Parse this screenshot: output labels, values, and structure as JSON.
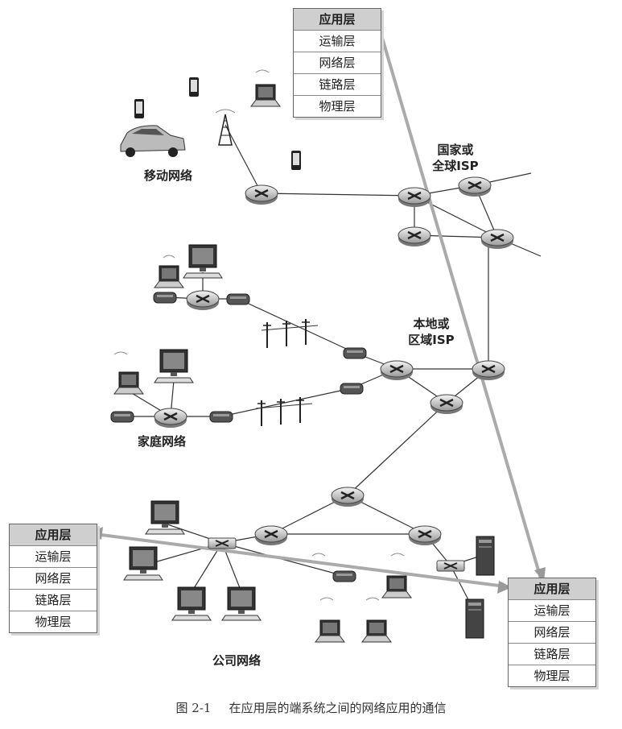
{
  "stacks": {
    "top": [
      "应用层",
      "运输层",
      "网络层",
      "链路层",
      "物理层"
    ],
    "left": [
      "应用层",
      "运输层",
      "网络层",
      "链路层",
      "物理层"
    ],
    "right": [
      "应用层",
      "运输层",
      "网络层",
      "链路层",
      "物理层"
    ]
  },
  "labels": {
    "mobile": "移动网络",
    "isp_global": [
      "国家或",
      "全球ISP"
    ],
    "isp_local": [
      "本地或",
      "区域ISP"
    ],
    "home": "家庭网络",
    "enterprise": "公司网络"
  },
  "caption": {
    "number": "图 2-1",
    "text": "在应用层的端系统之间的网络应用的通信"
  }
}
